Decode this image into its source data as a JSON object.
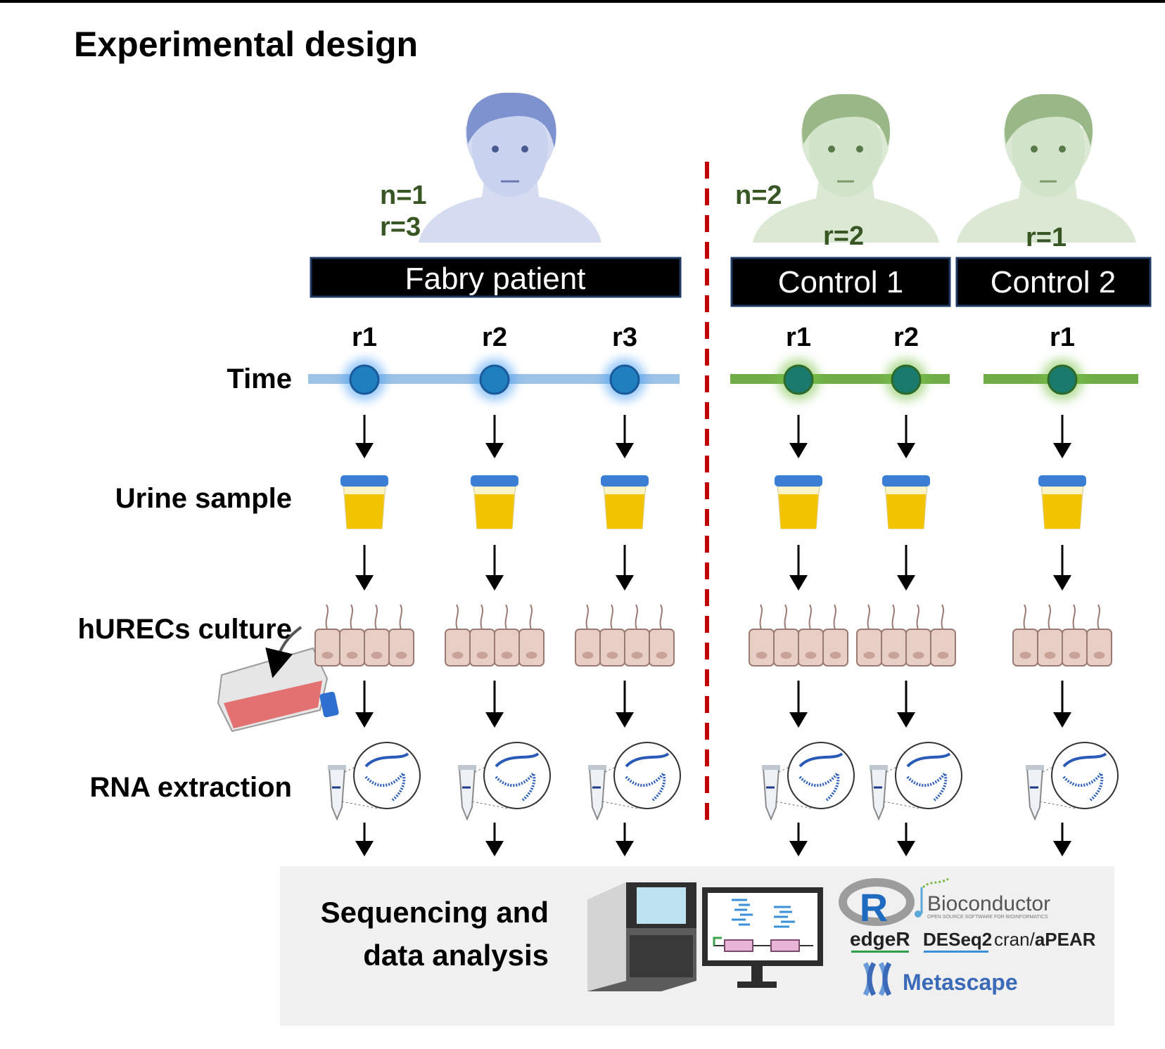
{
  "title": "Experimental design",
  "row_labels": {
    "time": "Time",
    "urine": "Urine sample",
    "culture": "hURECs culture",
    "rna": "RNA extraction"
  },
  "groups": [
    {
      "label": "Fabry patient",
      "n": "n=1",
      "r": "r=3",
      "replicates": [
        "r1",
        "r2",
        "r3"
      ],
      "color": "#1f7fbf"
    },
    {
      "label": "Control 1",
      "n": "n=2",
      "r": "r=2",
      "replicates": [
        "r1",
        "r2"
      ],
      "color": "#1b7a6e"
    },
    {
      "label": "Control 2",
      "r": "r=1",
      "replicates": [
        "r1"
      ],
      "color": "#1b7a6e"
    }
  ],
  "sequencing": {
    "line1": "Sequencing and",
    "line2": "data analysis"
  },
  "tools": {
    "r": "R",
    "bioconductor": "Bioconductor",
    "bioconductor_tagline": "OPEN SOURCE SOFTWARE FOR BIOINFORMATICS",
    "edger": "edgeR",
    "deseq2": "DESeq2",
    "apear_prefix": "cran/",
    "apear": "aPEAR",
    "metascape": "Metascape"
  },
  "colors": {
    "patient": "#8ea1d4",
    "control": "#9bbf8a",
    "timeline_patient": "#9dc3e6",
    "timeline_control": "#70ad47",
    "divider": "#c00000",
    "label_text": "#375623",
    "urine": "#f2c300",
    "cap": "#3b7fd4",
    "cell": "#e8cfc6",
    "nucleus": "#c8a198",
    "panel": "#f0f0f0"
  }
}
